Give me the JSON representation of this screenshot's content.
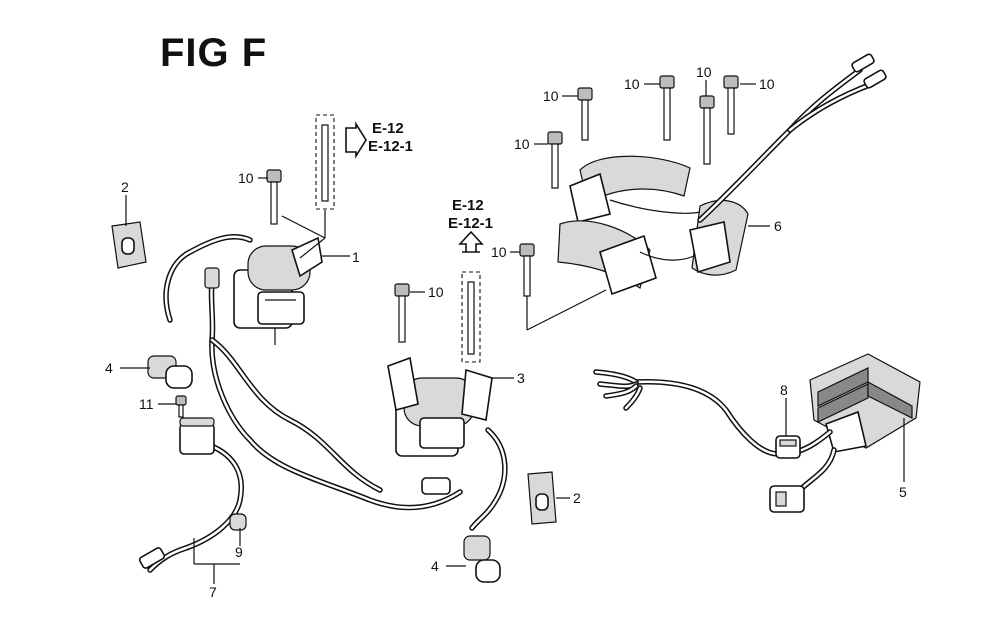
{
  "figure": {
    "title": "FIG F"
  },
  "references": {
    "ref_top": {
      "line1": "E-12",
      "line2": "E-12-1"
    },
    "ref_mid": {
      "line1": "E-12",
      "line2": "E-12-1"
    }
  },
  "callouts": {
    "c1": "1",
    "c2a": "2",
    "c2b": "2",
    "c3": "3",
    "c4a": "4",
    "c4b": "4",
    "c5": "5",
    "c6": "6",
    "c7": "7",
    "c8": "8",
    "c9": "9",
    "c10a": "10",
    "c10b": "10",
    "c10c": "10",
    "c10d": "10",
    "c10e": "10",
    "c10f": "10",
    "c10g": "10",
    "c10h": "10",
    "c11": "11"
  }
}
